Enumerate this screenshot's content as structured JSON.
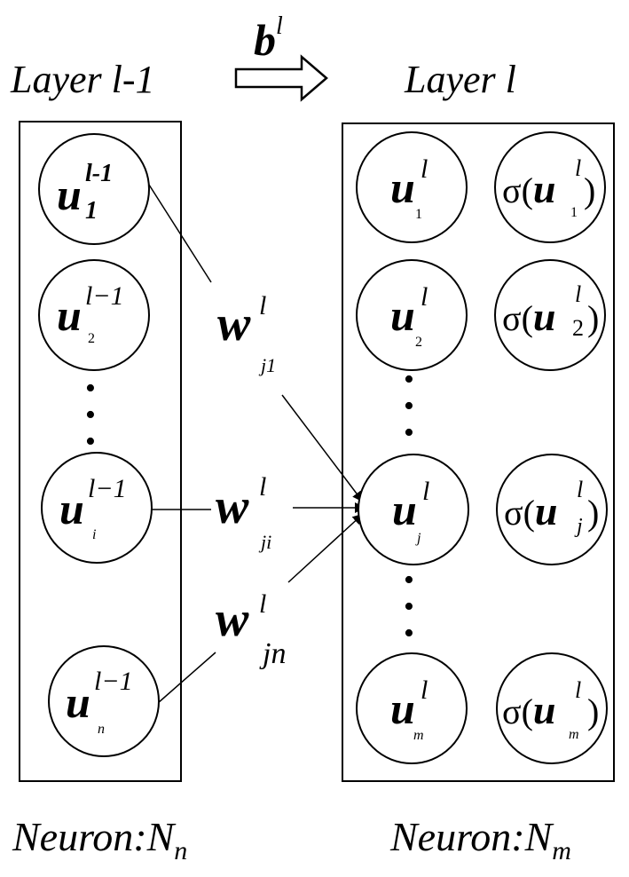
{
  "header": {
    "left_layer_label": "Layer l-1",
    "right_layer_label": "Layer l",
    "bias_base": "b",
    "bias_sup": "l"
  },
  "left_layer": {
    "neurons": [
      {
        "base": "u",
        "sup": "l-1",
        "sub": "1"
      },
      {
        "base": "u",
        "sup": "l−1",
        "sub": "2"
      },
      {
        "base": "u",
        "sup": "l−1",
        "sub": "i"
      },
      {
        "base": "u",
        "sup": "l−1",
        "sub": "n"
      }
    ],
    "footer_base": "Neuron:N",
    "footer_sub": "n"
  },
  "right_layer": {
    "neurons": [
      {
        "base": "u",
        "sup": "l",
        "sub": "1"
      },
      {
        "base": "u",
        "sup": "l",
        "sub": "2"
      },
      {
        "base": "u",
        "sup": "l",
        "sub": "j"
      },
      {
        "base": "u",
        "sup": "l",
        "sub": "m"
      }
    ],
    "activations": [
      {
        "fn": "σ(",
        "base": "u",
        "sup": "l",
        "sub": "1",
        "close": ")"
      },
      {
        "fn": "σ(",
        "base": "u",
        "sup": "l",
        "sub": "2",
        "close": ")"
      },
      {
        "fn": "σ(",
        "base": "u",
        "sup": "l",
        "sub": "j",
        "close": ")"
      },
      {
        "fn": "σ(",
        "base": "u",
        "sup": "l",
        "sub": "m",
        "close": ")"
      }
    ],
    "footer_base": "Neuron:N",
    "footer_sub": "m"
  },
  "weights": [
    {
      "base": "w",
      "sup": "l",
      "sub": "j1"
    },
    {
      "base": "w",
      "sup": "l",
      "sub": "ji"
    },
    {
      "base": "w",
      "sup": "l",
      "sub": "jn"
    }
  ],
  "ellipsis_dot": "•"
}
